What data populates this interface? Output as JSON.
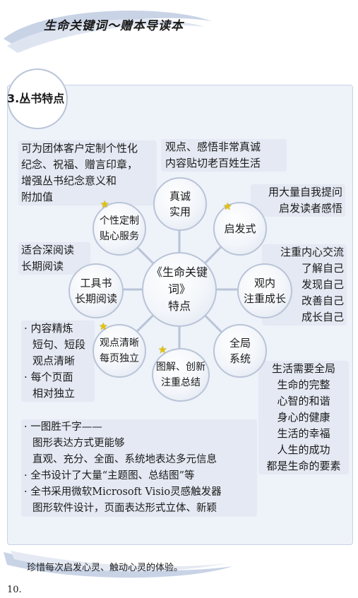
{
  "header": {
    "title": "生命关键词～赠本导读本"
  },
  "section": {
    "title": "3.丛书特点"
  },
  "center": {
    "label": "《生命关键词》\n特点"
  },
  "nodes": {
    "sincere": "真诚\n实用",
    "inspire": "启发式",
    "inner": "观内\n注重成长",
    "overall": "全局\n系统",
    "graphic": "图解、创新\n注重总结",
    "clear": "观点清晰\n每页独立",
    "toolbook": "工具书\n长期阅读",
    "custom": "个性定制\n贴心服务"
  },
  "callouts": {
    "custom": [
      "可为团体客户定制个性化",
      "纪念、祝福、赠言印章，",
      "增强丛书纪念意义和",
      "附加值"
    ],
    "sincere": [
      "观点、感悟非常真诚",
      "内容贴切老百姓生活"
    ],
    "inspire": [
      "用大量自我提问",
      "启发读者感悟"
    ],
    "inner": [
      "注重内心交流",
      "了解自己",
      "发现自己",
      "改善自己",
      "成长自己"
    ],
    "toolbook": [
      "适合深阅读",
      "长期阅读"
    ],
    "clear": [
      "· 内容精炼",
      "短句、短段",
      "观点清晰",
      "· 每个页面",
      "相对独立"
    ],
    "overall": [
      "生活需要全局",
      "生命的完整",
      "心智的和谐",
      "身心的健康",
      "生活的幸福",
      "人生的成功",
      "都是生命的要素"
    ],
    "graphic": [
      "· 一图胜千字——",
      "图形表达方式更能够",
      "直观、充分、全面、系统地表达多元信息",
      "· 全书设计了大量“主题图、总结图”等",
      "· 全书采用微软Microsoft Visio灵感触发器",
      "图形软件设计，页面表达形式立体、新颖"
    ]
  },
  "footer": {
    "quote": "珍惜每次启发心灵、触动心灵的体验。",
    "page_number": "10."
  }
}
